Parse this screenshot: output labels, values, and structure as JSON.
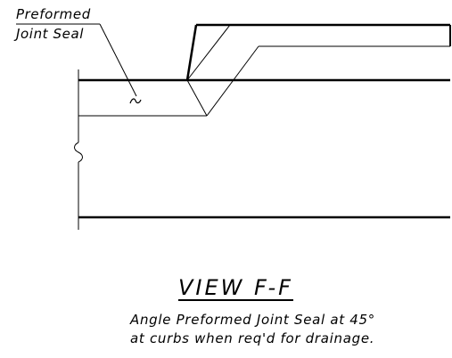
{
  "callout": {
    "line1": "Preformed",
    "line2": "Joint Seal"
  },
  "view_title": "VIEW F-F",
  "note": {
    "line1": "Angle Preformed Joint Seal at 45°",
    "line2": "at curbs when req'd for drainage."
  }
}
